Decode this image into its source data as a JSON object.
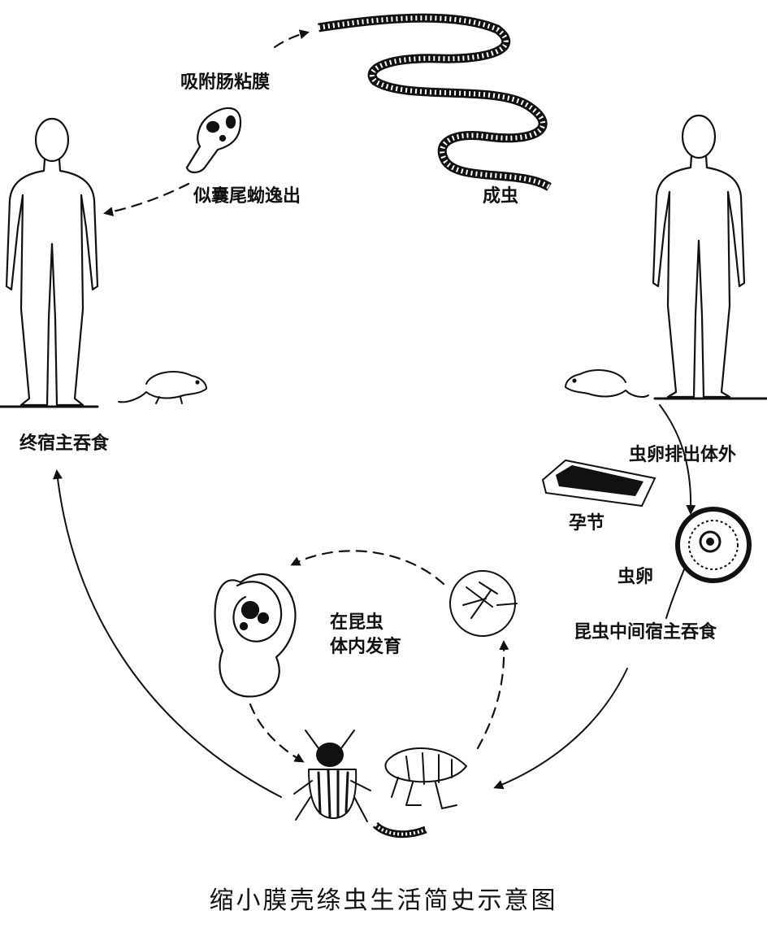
{
  "labels": {
    "attach_mucosa": "吸附肠粘膜",
    "cysticercoid_emerges": "似囊尾蚴逸出",
    "adult_worm": "成虫",
    "definitive_host_ingests": "终宿主吞食",
    "eggs_excreted": "虫卵排出体外",
    "gravid_segment": "孕节",
    "egg": "虫卵",
    "insect_host_ingests": "昆虫中间宿主吞食",
    "develops_in_insect_line1": "在昆虫",
    "develops_in_insect_line2": "体内发育"
  },
  "caption": "缩小膜壳绦虫生活简史示意图",
  "colors": {
    "ink": "#111111",
    "background": "#ffffff"
  }
}
